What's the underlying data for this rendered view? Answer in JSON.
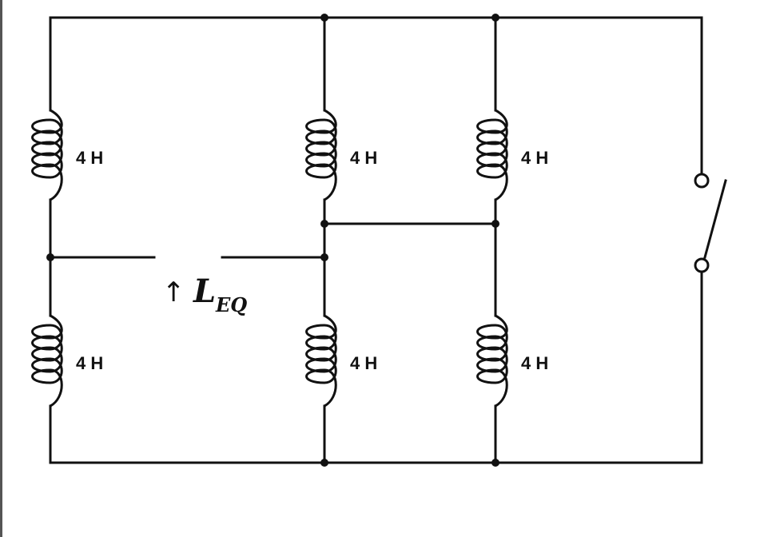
{
  "diagram": {
    "inductors": [
      {
        "id": "top-left",
        "label": "4 H"
      },
      {
        "id": "top-middle",
        "label": "4 H"
      },
      {
        "id": "top-right",
        "label": "4 H"
      },
      {
        "id": "bottom-left",
        "label": "4 H"
      },
      {
        "id": "bottom-middle",
        "label": "4 H"
      },
      {
        "id": "bottom-right",
        "label": "4 H"
      }
    ],
    "equivalent": {
      "arrow": "↑",
      "symbol": "L",
      "subscript": "EQ"
    },
    "switch": {
      "state": "open"
    }
  },
  "colors": {
    "wire": "#111111",
    "background": "#ffffff",
    "frame": "#555555"
  }
}
